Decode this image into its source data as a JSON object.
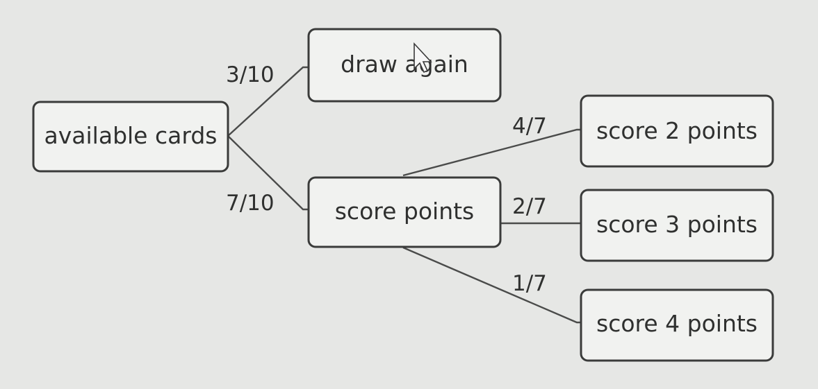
{
  "nodes": {
    "available_cards": "available cards",
    "draw_again": "draw again",
    "score_points": "score points",
    "score_2": "score 2 points",
    "score_3": "score 3 points",
    "score_4": "score 4 points"
  },
  "edges": {
    "to_draw_again": "3/10",
    "to_score_points": "7/10",
    "to_score_2": "4/7",
    "to_score_3": "2/7",
    "to_score_4": "1/7"
  },
  "cursor": "arrow-cursor-icon"
}
